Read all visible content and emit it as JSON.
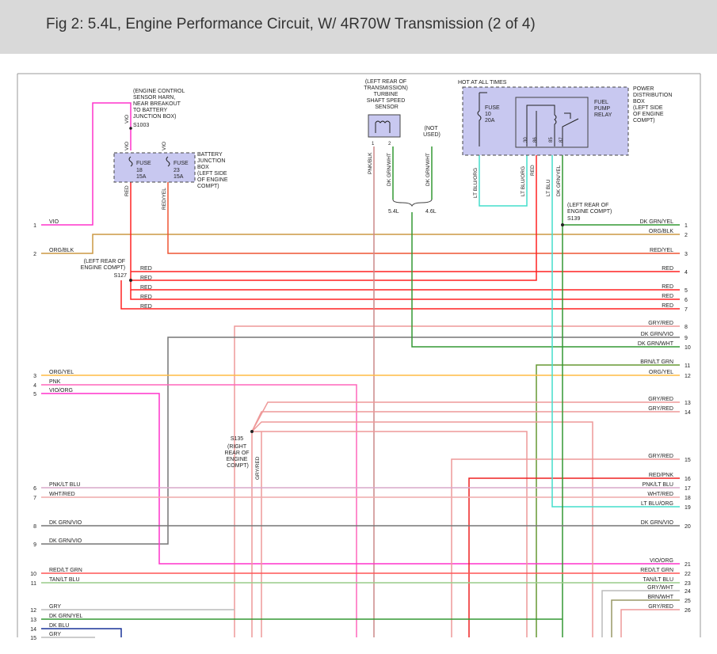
{
  "title": "Fig 2: 5.4L, Engine Performance Circuit, W/ 4R70W Transmission (2 of 4)",
  "colors": {
    "VIO": "#ff33cc",
    "ORG/BLK": "#cc9944",
    "RED": "#ff2222",
    "RED/YEL": "#ee5533",
    "ORG/YEL": "#ffbb44",
    "PNK": "#ff66bb",
    "VIO/ORG": "#ff33cc",
    "PNK/LT BLU": "#d8a8c8",
    "WHT/RED": "#eeaaaa",
    "DK GRN/VIO": "#777777",
    "RED/LT GRN": "#ff5555",
    "TAN/LT BLU": "#99cc88",
    "GRY": "#bbbbbb",
    "DK GRN/YEL": "#339933",
    "DK BLU": "#1a3399",
    "GRY/RED": "#ee9999",
    "DK GRN/WHT": "#339933",
    "BRN/LT GRN": "#669933",
    "RED/PNK": "#ee2222",
    "LT BLU/ORG": "#44ddcc",
    "GRY/WHT": "#bbbbbb",
    "BRN/WHT": "#999966",
    "PNK/BLK": "#cc8888",
    "LT BLU": "#44ddcc",
    "DK GRN": "#339933"
  },
  "components": {
    "sensor_harness_note": [
      "(ENGINE CONTROL",
      "SENSOR HARN,",
      "NEAR BREAKOUT",
      "TO BATTERY",
      "JUNCTION BOX)"
    ],
    "s1003": "S1003",
    "bjb_label": [
      "BATTERY",
      "JUNCTION",
      "BOX",
      "(LEFT SIDE",
      "OF ENGINE",
      "COMPT)"
    ],
    "fuse_18": [
      "FUSE",
      "18",
      "15A"
    ],
    "fuse_23": [
      "FUSE",
      "23",
      "15A"
    ],
    "tss_label": [
      "(LEFT REAR OF",
      "TRANSMISSION)",
      "TURBINE",
      "SHAFT SPEED",
      "SENSOR"
    ],
    "not_used": [
      "(NOT",
      "USED)"
    ],
    "engine_54": "5.4L",
    "engine_46": "4.6L",
    "hot_at_all_times": "HOT AT ALL TIMES",
    "pdb_fuse": [
      "FUSE",
      "10",
      "20A"
    ],
    "fuel_pump_relay": [
      "FUEL",
      "PUMP",
      "RELAY"
    ],
    "pdb_label": [
      "POWER",
      "DISTRIBUTION",
      "BOX",
      "(LEFT SIDE",
      "OF ENGINE",
      "COMPT)"
    ],
    "relay_pins": [
      "30",
      "86",
      "85",
      "87"
    ],
    "tss_pins": [
      "1",
      "2"
    ],
    "s127_note": [
      "(LEFT REAR OF",
      "ENGINE COMPT)",
      "S127"
    ],
    "s139_note": [
      "(LEFT REAR OF",
      "ENGINE COMPT)",
      "S139"
    ],
    "s135_note": [
      "S135",
      "(RIGHT",
      "REAR OF",
      "ENGINE",
      "COMPT)"
    ]
  },
  "vertical_labels": {
    "vio_top": "VIO",
    "vio_a": "VIO",
    "vio_b": "VIO",
    "red_bjb": "RED",
    "redyel_bjb": "RED/YEL",
    "pnkblk": "PNK/BLK",
    "dkgrnwht_a": "DK GRN/WHT",
    "dkgrnwht_b": "DK GRN/WHT",
    "ltbluorg_a": "LT BLU/ORG",
    "ltbluorg_b": "LT BLU/ORG",
    "red_pdb": "RED",
    "ltblu_pdb": "LT BLU",
    "dkgrnyel_pdb": "DK GRN/YEL",
    "gryred_s135": "GRY/RED"
  },
  "left_connector": [
    {
      "pin": "1",
      "wire": "VIO"
    },
    {
      "pin": "2",
      "wire": "ORG/BLK"
    },
    {
      "pin": "3",
      "wire": "ORG/YEL"
    },
    {
      "pin": "4",
      "wire": "PNK"
    },
    {
      "pin": "5",
      "wire": "VIO/ORG"
    },
    {
      "pin": "6",
      "wire": "PNK/LT BLU"
    },
    {
      "pin": "7",
      "wire": "WHT/RED"
    },
    {
      "pin": "8",
      "wire": "DK GRN/VIO"
    },
    {
      "pin": "9",
      "wire": "DK GRN/VIO"
    },
    {
      "pin": "10",
      "wire": "RED/LT GRN"
    },
    {
      "pin": "11",
      "wire": "TAN/LT BLU"
    },
    {
      "pin": "12",
      "wire": "GRY"
    },
    {
      "pin": "13",
      "wire": "DK GRN/YEL"
    },
    {
      "pin": "14",
      "wire": "DK BLU"
    },
    {
      "pin": "15",
      "wire": "GRY"
    }
  ],
  "s127_wires": [
    "RED",
    "RED",
    "RED",
    "RED",
    "RED"
  ],
  "right_connector": [
    {
      "pin": "1",
      "wire": "DK GRN/YEL"
    },
    {
      "pin": "2",
      "wire": "ORG/BLK"
    },
    {
      "pin": "3",
      "wire": "RED/YEL"
    },
    {
      "pin": "4",
      "wire": "RED"
    },
    {
      "pin": "5",
      "wire": "RED"
    },
    {
      "pin": "6",
      "wire": "RED"
    },
    {
      "pin": "7",
      "wire": "RED"
    },
    {
      "pin": "8",
      "wire": "GRY/RED"
    },
    {
      "pin": "9",
      "wire": "DK GRN/VIO"
    },
    {
      "pin": "10",
      "wire": "DK GRN/WHT"
    },
    {
      "pin": "11",
      "wire": "BRN/LT GRN"
    },
    {
      "pin": "12",
      "wire": "ORG/YEL"
    },
    {
      "pin": "13",
      "wire": "GRY/RED"
    },
    {
      "pin": "14",
      "wire": "GRY/RED"
    },
    {
      "pin": "15",
      "wire": "GRY/RED"
    },
    {
      "pin": "16",
      "wire": "RED/PNK"
    },
    {
      "pin": "17",
      "wire": "PNK/LT BLU"
    },
    {
      "pin": "18",
      "wire": "WHT/RED"
    },
    {
      "pin": "19",
      "wire": "LT BLU/ORG"
    },
    {
      "pin": "20",
      "wire": "DK GRN/VIO"
    },
    {
      "pin": "21",
      "wire": "VIO/ORG"
    },
    {
      "pin": "22",
      "wire": "RED/LT GRN"
    },
    {
      "pin": "23",
      "wire": "TAN/LT BLU"
    },
    {
      "pin": "24",
      "wire": "GRY/WHT"
    },
    {
      "pin": "25",
      "wire": "BRN/WHT"
    },
    {
      "pin": "26",
      "wire": "GRY/RED"
    }
  ]
}
